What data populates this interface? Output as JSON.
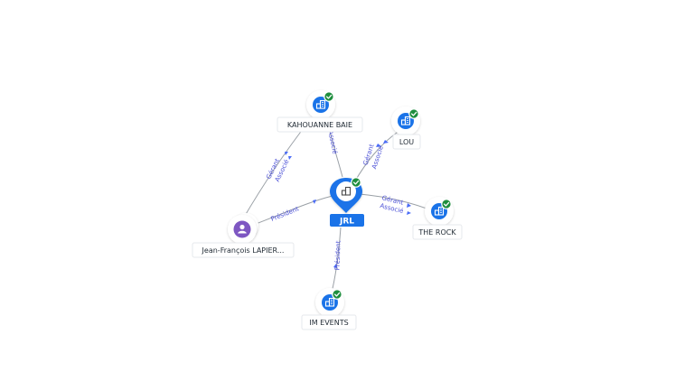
{
  "colors": {
    "company": "#1a73e8",
    "person": "#7e57c2",
    "check": "#1e8e3e",
    "edge_label": "#4a4fd6"
  },
  "nodes": {
    "center": {
      "label": "JRL",
      "icon": "building-icon",
      "verified": true
    },
    "kahouanne": {
      "label": "KAHOUANNE BAIE",
      "icon": "building-icon",
      "verified": true
    },
    "lou": {
      "label": "LOU",
      "icon": "building-icon",
      "verified": true
    },
    "therock": {
      "label": "THE ROCK",
      "icon": "building-icon",
      "verified": true
    },
    "imevents": {
      "label": "IM EVENTS",
      "icon": "building-icon",
      "verified": true
    },
    "person": {
      "label": "Jean-François LAPIER...",
      "icon": "person-icon"
    }
  },
  "edges": {
    "center_kahouanne": "Associé",
    "center_lou_1": "Gérant",
    "center_lou_2": "Associé",
    "center_therock_1": "Gérant",
    "center_therock_2": "Associé",
    "center_imevents": "Président",
    "person_center": "Président",
    "person_kahouanne_1": "Gérant",
    "person_kahouanne_2": "Associé"
  }
}
